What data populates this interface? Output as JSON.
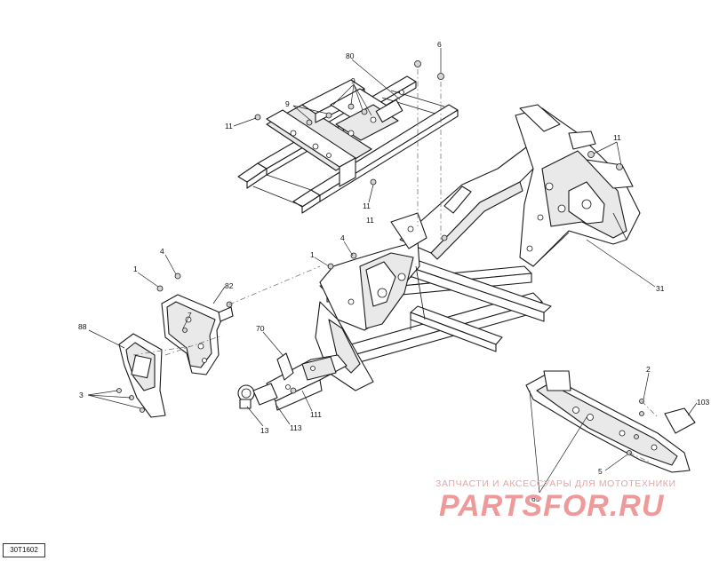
{
  "diagram": {
    "reference_code": "30T1602",
    "watermark": {
      "tagline": "ЗАПЧАСТИ И АКСЕССУАРЫ ДЛЯ МОТОТЕХНИКИ",
      "logo": "PARTSFOR.RU"
    },
    "callouts": {
      "c80": "80",
      "c6": "6",
      "c9a": "9",
      "c9b": "9",
      "c11a": "11",
      "c11b": "11",
      "c11c": "11",
      "c11d": "11",
      "c1a": "1",
      "c4a": "4",
      "c82": "82",
      "c7": "7",
      "c88": "88",
      "c3": "3",
      "c1b": "1",
      "c4b": "4",
      "c70": "70",
      "c13": "13",
      "c113": "113",
      "c111": "111",
      "c31": "31",
      "c2": "2",
      "c103": "103",
      "c5": "5",
      "c65": "65"
    }
  }
}
